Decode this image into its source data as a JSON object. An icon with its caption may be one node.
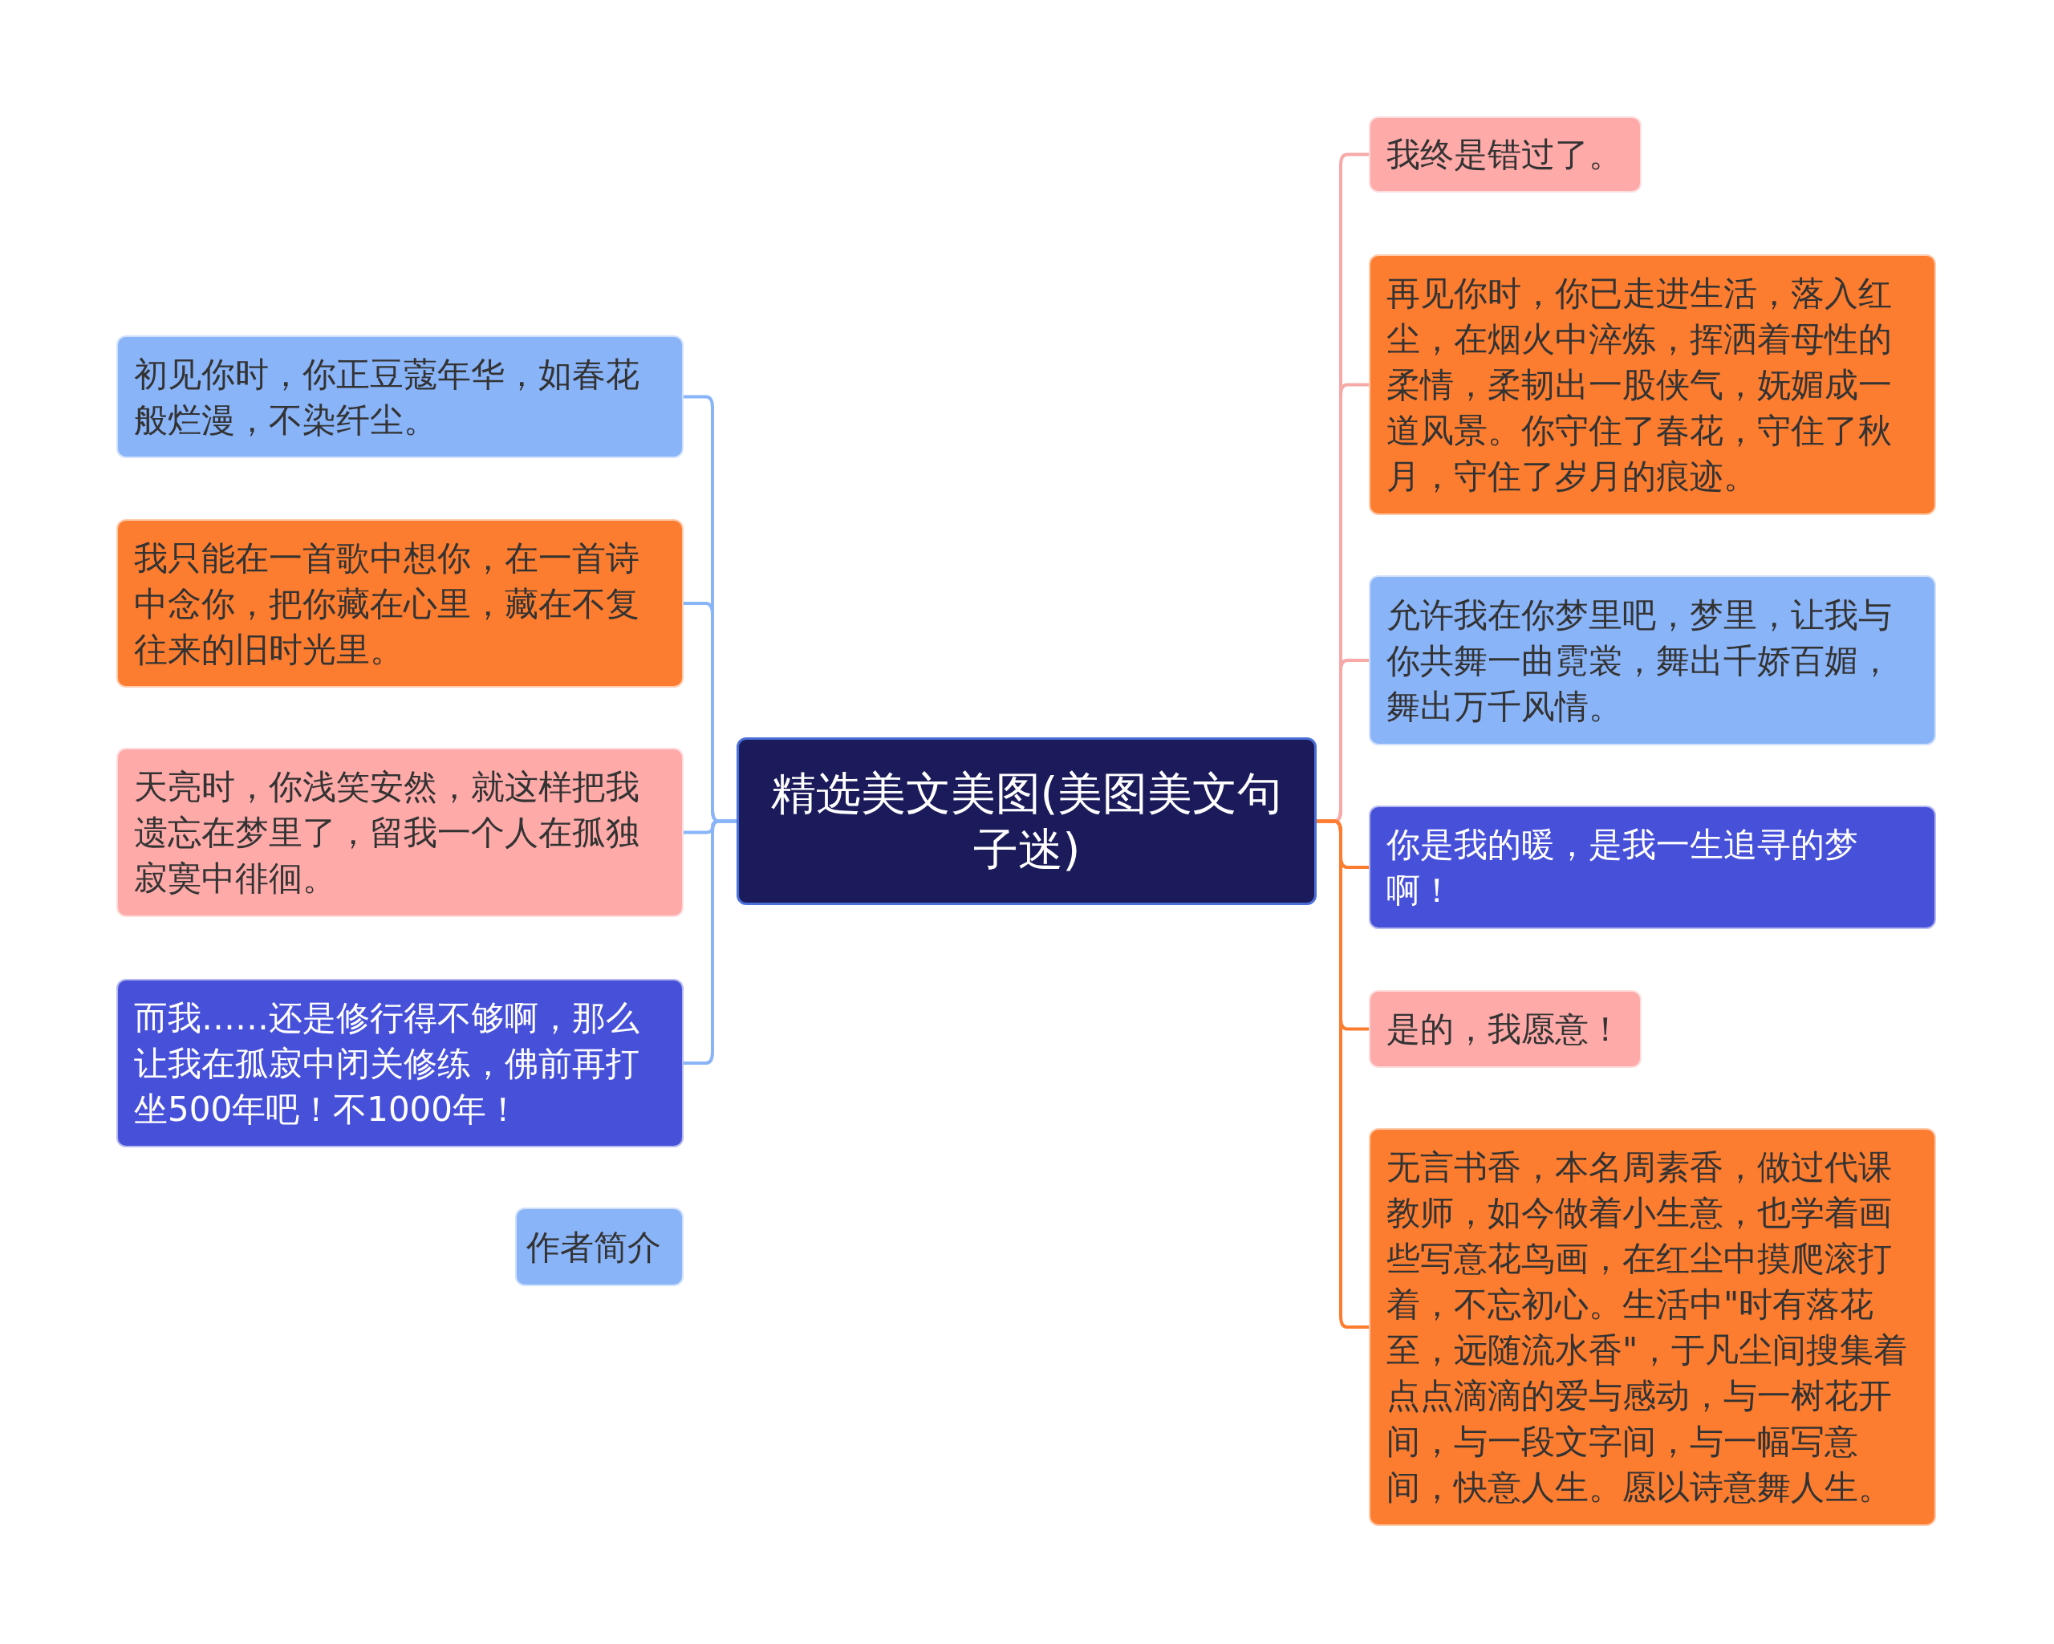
{
  "diagram": {
    "nodes": [
      {
        "text": [
          "精选美文美图(美图美文句子迷)"
        ]
      },
      {
        "text": [
          "初见你时，你正豆蔻年华，如春花般烂漫，不染纤尘。"
        ]
      },
      {
        "text": [
          "我只能在一首歌中想你，在一首诗中念你，把你藏在心里，藏在不复往来的旧时光里。"
        ]
      },
      {
        "text": [
          "天亮时，你浅笑安然，就这样把我遗忘在梦里了，留我一个人在孤独寂寞中徘徊。"
        ]
      },
      {
        "text": [
          "而我……还是修行得不够啊，那么让我在孤寂中闭关修练，佛前再打坐500年吧！不1000年！"
        ]
      },
      {
        "text": [
          "作者简介"
        ]
      },
      {
        "text": [
          "我终是错过了。"
        ]
      },
      {
        "text": [
          "再见你时，你已走进生活，落入红尘，在烟火中淬炼，挥洒着母性的柔情，柔韧出一股侠气，妩媚成一道风景。你守住了春花，守住了秋月，守住了岁月的痕迹。"
        ]
      },
      {
        "text": [
          "允许我在你梦里吧，梦里，让我与你共舞一曲霓裳，舞出千娇百媚，舞出万千风情。"
        ]
      },
      {
        "text": [
          "你是我的暖，是我一生追寻的梦啊！"
        ]
      },
      {
        "text": [
          "是的，我愿意！"
        ]
      },
      {
        "text": [
          "无言书香，本名周素香，做过代课教师，如今做着小生意，也学着画些写意花鸟画，在红尘中摸爬滚打着，不忘初心。生活中\"时有落花至，远随流水香\"，于凡尘间搜集着点点滴滴的爱与感动，与一树花开间，与一段文字间，与一幅写意间，快意人生。愿以诗意舞人生。"
        ]
      }
    ],
    "edges": [
      {
        "from": 0,
        "to": 1,
        "arrow": "none",
        "color": "#8ab4f8"
      },
      {
        "from": 0,
        "to": 2,
        "arrow": "none",
        "color": "#8ab4f8"
      },
      {
        "from": 0,
        "to": 3,
        "arrow": "none",
        "color": "#8ab4f8"
      },
      {
        "from": 0,
        "to": 4,
        "arrow": "none",
        "color": "#8ab4f8"
      },
      {
        "from": 0,
        "to": 6,
        "arrow": "none",
        "color": "#f7a9a8"
      },
      {
        "from": 0,
        "to": 7,
        "arrow": "none",
        "color": "#f7a9a8"
      },
      {
        "from": 0,
        "to": 8,
        "arrow": "none",
        "color": "#f7a9a8"
      },
      {
        "from": 0,
        "to": 9,
        "arrow": "none",
        "color": "#fd7d30"
      },
      {
        "from": 0,
        "to": 10,
        "arrow": "none",
        "color": "#fd7d30"
      },
      {
        "from": 0,
        "to": 11,
        "arrow": "none",
        "color": "#fd7d30"
      }
    ]
  }
}
